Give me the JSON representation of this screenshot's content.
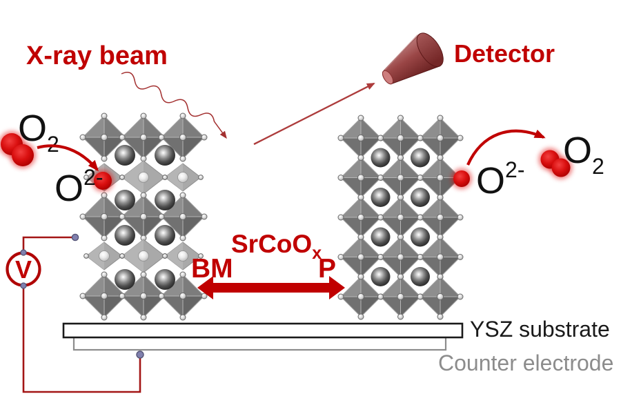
{
  "annotations": {
    "xray_beam": "X-ray beam",
    "detector": "Detector"
  },
  "molecules": {
    "o2": {
      "symbol": "O",
      "subscript": "2"
    },
    "oxide_ion": {
      "symbol": "O",
      "superscript": "2-"
    }
  },
  "film": {
    "formula_base": "SrCoO",
    "formula_subscript": "x",
    "phase_left": "BM",
    "phase_right": "P"
  },
  "stack": {
    "substrate_label": "YSZ substrate",
    "counter_electrode_label": "Counter electrode"
  },
  "circuit": {
    "voltmeter_label": "V"
  },
  "colors": {
    "accent_red": "#C00000",
    "beam_red": "#A84040",
    "wire_red": "#A31515",
    "molecule_red": "#D90F0F",
    "detector_maroon": "#8B3A3A",
    "text_dark": "#1a1a1a",
    "muted_gray": "#8C8C8C",
    "crystal_gray": "#7b7b7b",
    "terminal_purple": "#8080AE"
  }
}
